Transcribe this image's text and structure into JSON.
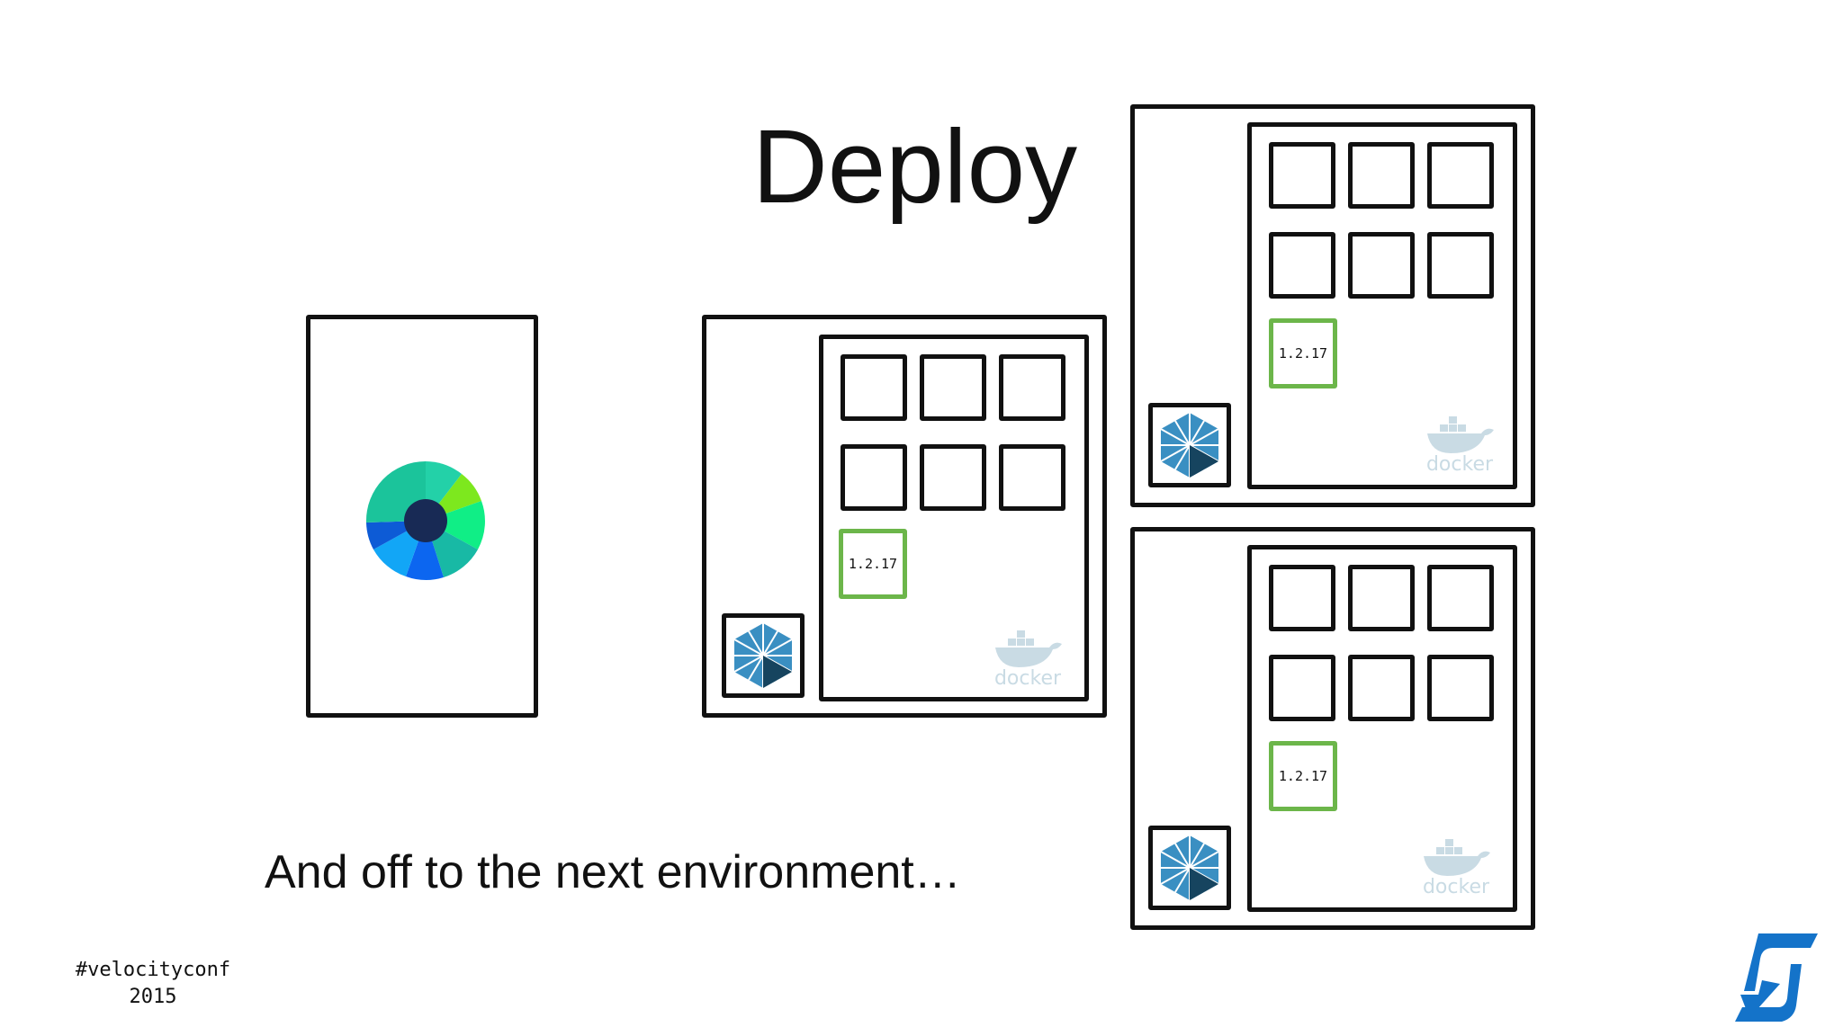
{
  "slide": {
    "title": "Deploy",
    "subtitle": "And off to the next environment…",
    "footer": {
      "hashtag": "#velocityconf",
      "year": "2015"
    }
  },
  "version_label": "1.2.17",
  "docker_label": "docker",
  "colors": {
    "frame": "#111111",
    "version_box": "#6cb64a",
    "docker": "#c9dbe4",
    "logo_blue": "#1473c9"
  },
  "icons": [
    "registry-pie-icon",
    "agent-hexagon-icon",
    "docker-whale-icon",
    "company-logo-icon"
  ]
}
